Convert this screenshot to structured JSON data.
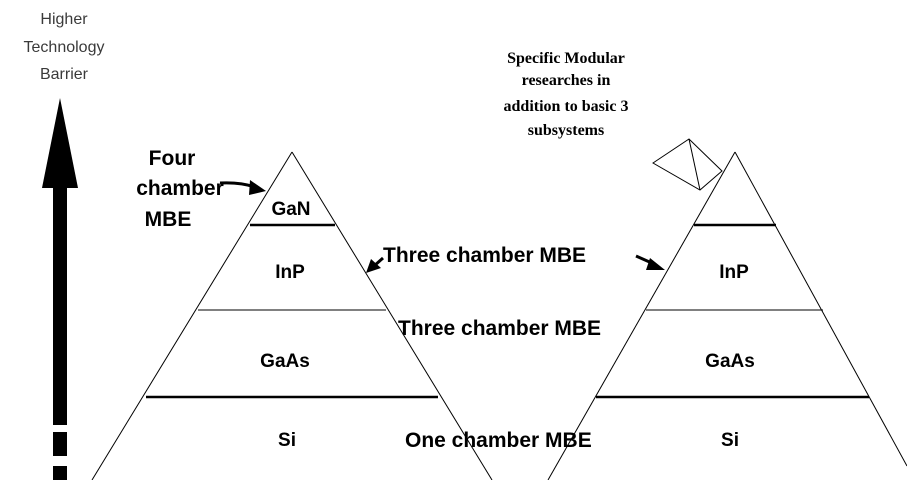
{
  "axis": {
    "line1": "Higher",
    "line2": "Technology",
    "line3": "Barrier"
  },
  "left_pyramid": {
    "tiers": [
      "GaN",
      "InP",
      "GaAs",
      "Si"
    ]
  },
  "right_pyramid": {
    "tiers": [
      "",
      "InP",
      "GaAs",
      "Si"
    ]
  },
  "callouts": {
    "four_chamber": [
      "Four",
      "chamber",
      "MBE"
    ],
    "three_chamber_top": "Three chamber MBE",
    "three_chamber_mid": "Three chamber MBE",
    "one_chamber": "One chamber MBE",
    "modular": [
      "Specific Modular",
      "researches in",
      "addition to basic 3",
      "subsystems"
    ]
  },
  "colors": {
    "ink": "#000000",
    "axis_text": "#3a3a3a",
    "background": "#ffffff"
  }
}
